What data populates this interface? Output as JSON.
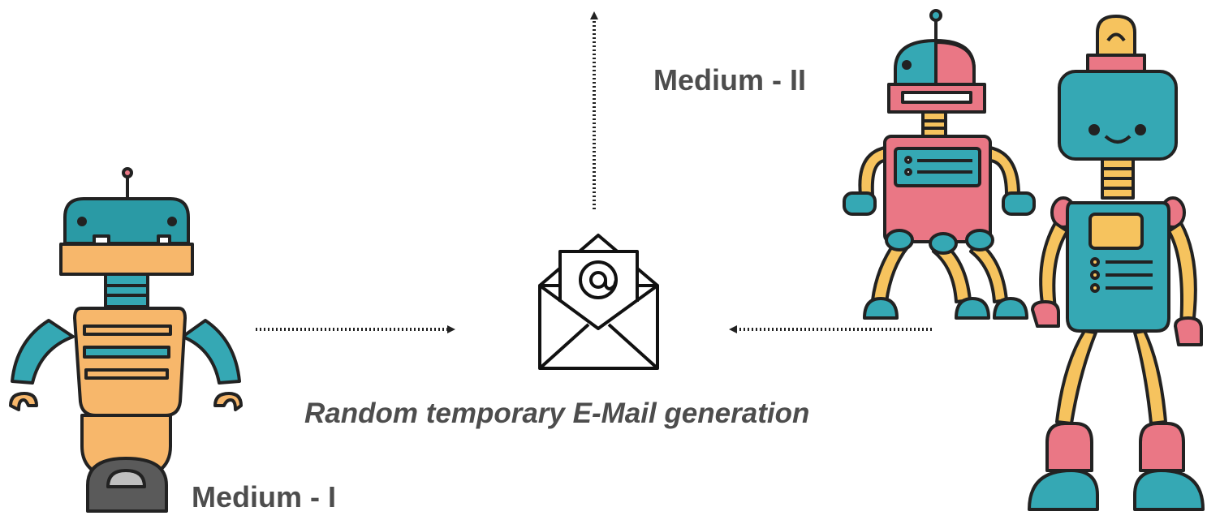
{
  "labels": {
    "medium_2": "Medium - II",
    "medium_1": "Medium - I",
    "caption": "Random temporary E-Mail generation"
  },
  "icons": {
    "center": "email-at-envelope-icon",
    "left_robot": "robot-illustration",
    "right_robot_pink": "robot-illustration",
    "right_robot_teal": "robot-illustration"
  },
  "colors": {
    "teal": "#35a8b4",
    "orange": "#f7b76b",
    "pink": "#ea7785",
    "yellow": "#f6c35e",
    "gray_dark": "#5a5a5a",
    "text": "#4d4d4d"
  }
}
